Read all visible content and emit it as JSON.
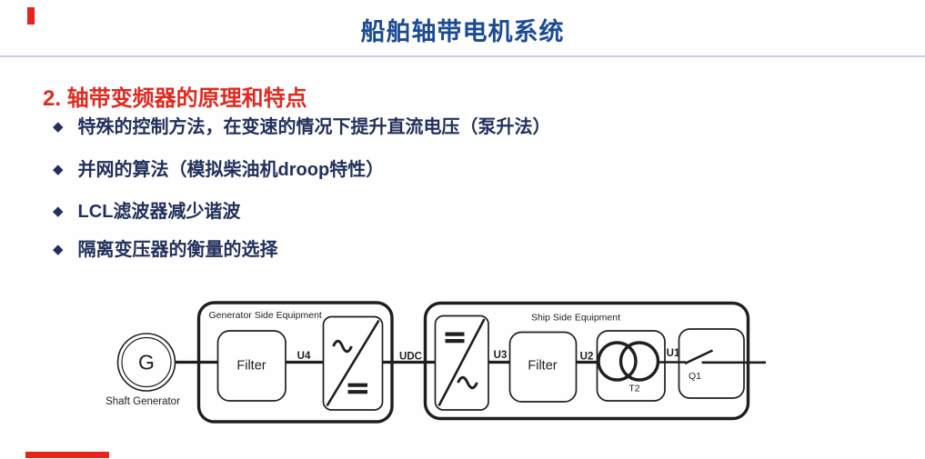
{
  "page": {
    "title": "船舶轴带电机系统",
    "heading": "2. 轴带变频器的原理和特点",
    "bullets": [
      {
        "marker": "◆",
        "text": "特殊的控制方法，在变速的情况下提升直流电压（泵升法）"
      },
      {
        "marker": "◆",
        "text": "并网的算法（模拟柴油机droop特性）"
      },
      {
        "marker": "◆",
        "text": "LCL滤波器减少谐波"
      },
      {
        "marker": "◆",
        "text": "隔离变压器的衡量的选择"
      }
    ]
  },
  "diagram": {
    "generator_symbol": "G",
    "generator_caption": "Shaft Generator",
    "generator_group_label": "Generator Side Equipment",
    "ship_group_label": "Ship Side Equipment",
    "filter1_label": "Filter",
    "filter2_label": "Filter",
    "node_labels": {
      "u4": "U4",
      "udc": "UDC",
      "u3": "U3",
      "u2": "U2",
      "u1": "U1"
    },
    "transformer_label": "T2",
    "breaker_label": "Q1"
  },
  "colors": {
    "title_blue": "#1c4b94",
    "heading_red": "#e02a20",
    "bullet_navy": "#22305c",
    "divider_gray": "#c9d2dd",
    "marker_red": "#e6231d",
    "diagram_ink": "#1f1f1f",
    "page_bg": "#fefefe"
  }
}
